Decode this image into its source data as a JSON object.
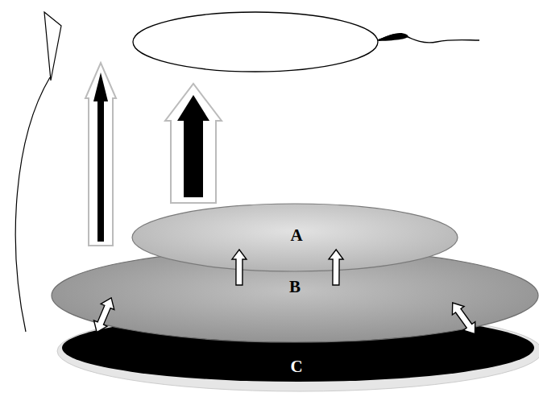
{
  "diagram": {
    "nodes": [
      {
        "text": [
          "A"
        ]
      },
      {
        "text": [
          "B"
        ]
      },
      {
        "text": [
          "C"
        ]
      }
    ],
    "edges": [
      {
        "from": 1,
        "to": 0,
        "arrow": "to"
      },
      {
        "from": 1,
        "to": 0,
        "arrow": "to"
      },
      {
        "from": 1,
        "to": 2,
        "arrow": "both"
      },
      {
        "from": 1,
        "to": 2,
        "arrow": "both"
      }
    ]
  }
}
